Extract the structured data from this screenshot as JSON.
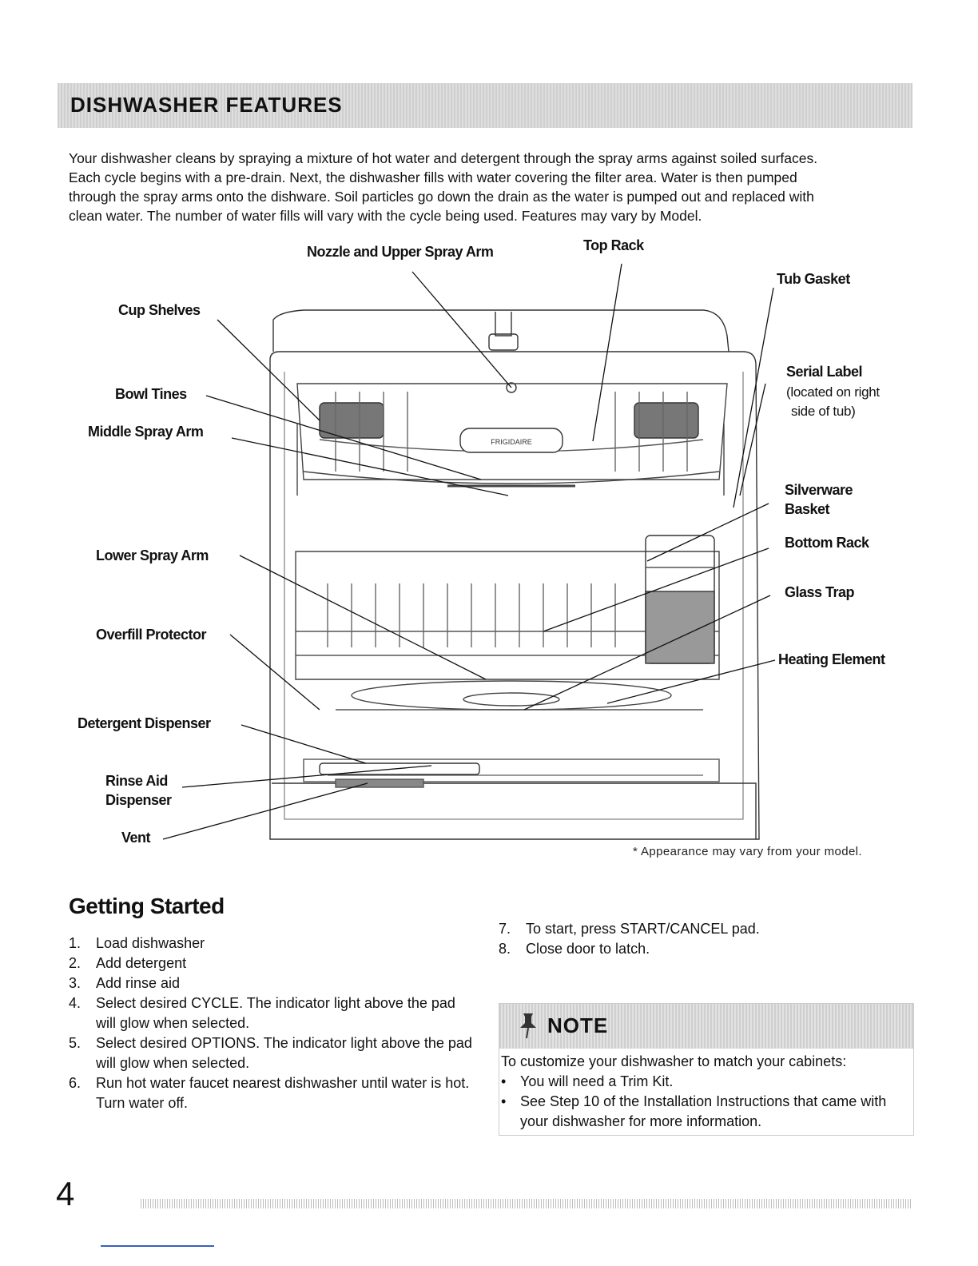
{
  "header": {
    "title": "DISHWASHER FEATURES"
  },
  "intro": {
    "lines": [
      "Your dishwasher cleans by spraying a mixture of hot water and detergent through the spray arms against soiled surfaces.",
      "Each cycle begins with a pre-drain. Next, the dishwasher fills with water covering the filter area. Water is then pumped",
      "through the spray arms onto the dishware. Soil particles go down the drain as the water is pumped out and replaced with",
      "clean water. The number of water fills will vary with the cycle being used.  Features may vary by Model."
    ]
  },
  "diagram": {
    "labels": {
      "nozzle": "Nozzle and Upper Spray Arm",
      "top_rack": "Top Rack",
      "tub_gasket": "Tub Gasket",
      "cup_shelves": "Cup Shelves",
      "serial_label": "Serial  Label",
      "serial_label_note_1": "(located on right",
      "serial_label_note_2": "side of tub)",
      "bowl_tines": "Bowl Tines",
      "middle_spray_arm": "Middle Spray Arm",
      "silverware_basket_1": "Silverware",
      "silverware_basket_2": "Basket",
      "bottom_rack": "Bottom Rack",
      "lower_spray_arm": "Lower Spray Arm",
      "glass_trap": "Glass Trap",
      "overfill_protector": "Overfill Protector",
      "heating_element": "Heating Element",
      "detergent_dispenser": "Detergent Dispenser",
      "rinse_aid_1": "Rinse Aid",
      "rinse_aid_2": "Dispenser",
      "vent": "Vent",
      "badge": "FRIGIDAIRE"
    },
    "appearance_note": "* Appearance may vary from your model."
  },
  "getting_started": {
    "title": "Getting  Started",
    "steps_left": [
      {
        "num": "1.",
        "text": "Load dishwasher"
      },
      {
        "num": "2.",
        "text": "Add detergent"
      },
      {
        "num": "3.",
        "text": "Add rinse aid"
      },
      {
        "num": "4.",
        "text": "Select desired CYCLE. The indicator light above the pad will glow when selected."
      },
      {
        "num": "5.",
        "text": "Select desired OPTIONS. The indicator light above the pad will glow when selected."
      },
      {
        "num": "6.",
        "text": "Run hot water faucet nearest dishwasher until water is hot. Turn water off."
      }
    ],
    "steps_right": [
      {
        "num": "7.",
        "text": "To start, press START/CANCEL pad."
      },
      {
        "num": "8.",
        "text": "Close door to latch."
      }
    ]
  },
  "note": {
    "title": "NOTE",
    "intro": "To customize your dishwasher to match your cabinets:",
    "bullets": [
      "You will need a Trim Kit.",
      "See Step 10 of the Installation Instructions that came with your dishwasher for more information."
    ]
  },
  "page_number": "4"
}
